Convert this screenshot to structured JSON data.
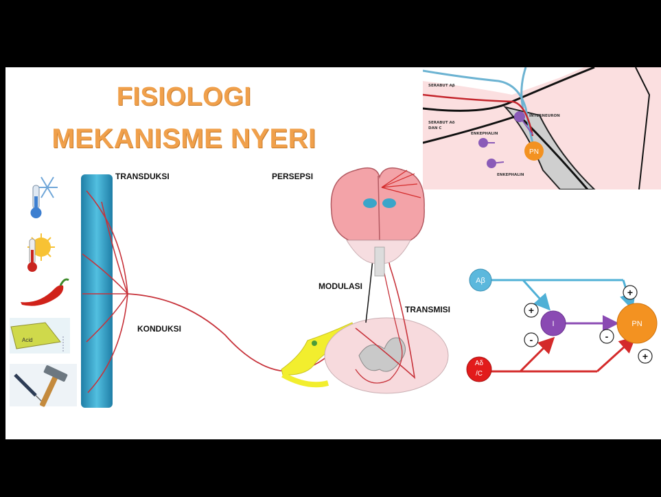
{
  "title": {
    "line1": "FISIOLOGI",
    "line2": "MEKANISME NYERI"
  },
  "stages": {
    "transduksi": "TRANSDUKSI",
    "konduksi": "KONDUKSI",
    "persepsi": "PERSEPSI",
    "modulasi": "MODULASI",
    "transmisi": "TRANSMISI"
  },
  "stimuli": {
    "acid_label": "Acid"
  },
  "inset": {
    "serabut_ab": "SERABUT Aβ",
    "serabut_ad": "SERABUT Aδ",
    "dan_c": "DAN C",
    "interneuron": "INTERNEURON",
    "enkephalin_1": "ENKEPHALIN",
    "enkephalin_2": "ENKEPHALIN",
    "pn": "PN"
  },
  "gate": {
    "ab_node": "Aβ",
    "ad_node_line1": "Aδ",
    "ad_node_line2": "/C",
    "inter_node": "I",
    "pn_node": "PN",
    "plus_1": "+",
    "plus_2": "+",
    "plus_3": "+",
    "minus_1": "-",
    "minus_2": "-"
  },
  "colors": {
    "title": "#f0a04b",
    "nerve": "#d42a2a",
    "ab": "#4fb0d6",
    "ad": "#e21b1b",
    "inter": "#8a4ab3",
    "pn": "#f39221",
    "column": "#3aa5c9"
  }
}
